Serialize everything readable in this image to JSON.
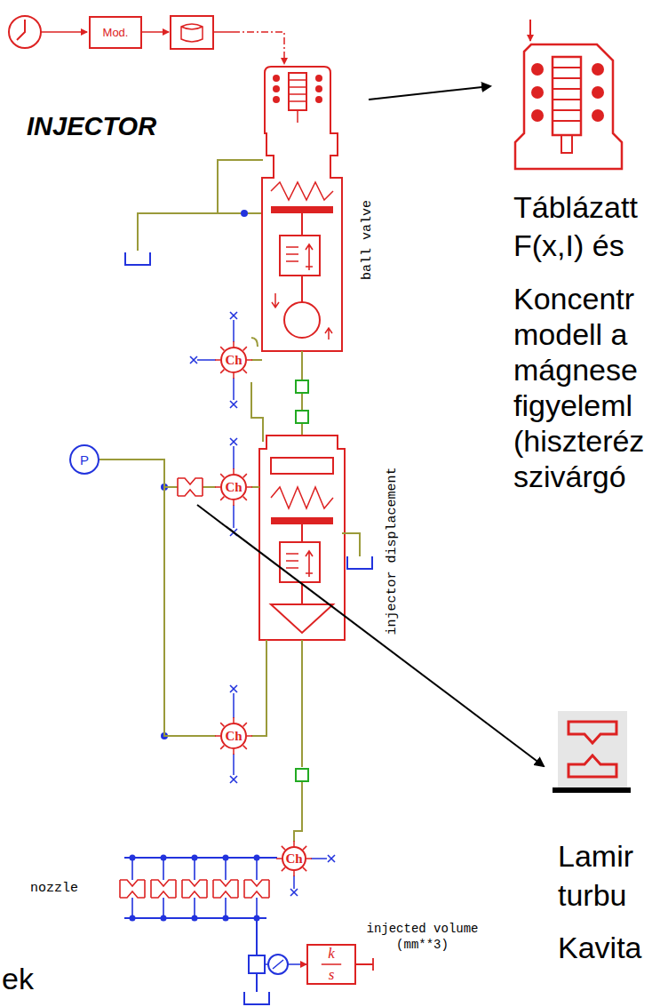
{
  "diagram": {
    "nodes": [
      {
        "text": [
          "Mod."
        ]
      },
      {
        "text": [
          "Ch"
        ]
      },
      {
        "text": [
          "P"
        ]
      },
      {
        "text": [
          "Ch"
        ]
      },
      {
        "text": [
          "Ch"
        ]
      },
      {
        "text": [
          "Ch"
        ]
      },
      {
        "text": [
          "k",
          "s"
        ]
      }
    ],
    "edges": [
      {
        "from": 2,
        "to": 4,
        "arrow": "none"
      }
    ],
    "labels": [
      "INJECTOR",
      "ball valve",
      "injector displacement",
      "Táblázatt",
      "F(x,I) és",
      "Koncentr",
      "modell a",
      "mágnese",
      "figyeleml",
      "(hiszteréz",
      "szivárgó",
      "Lamir",
      "turbu",
      "Kavita",
      "nozzle",
      "injected volume (mm**3)",
      "ek"
    ]
  }
}
